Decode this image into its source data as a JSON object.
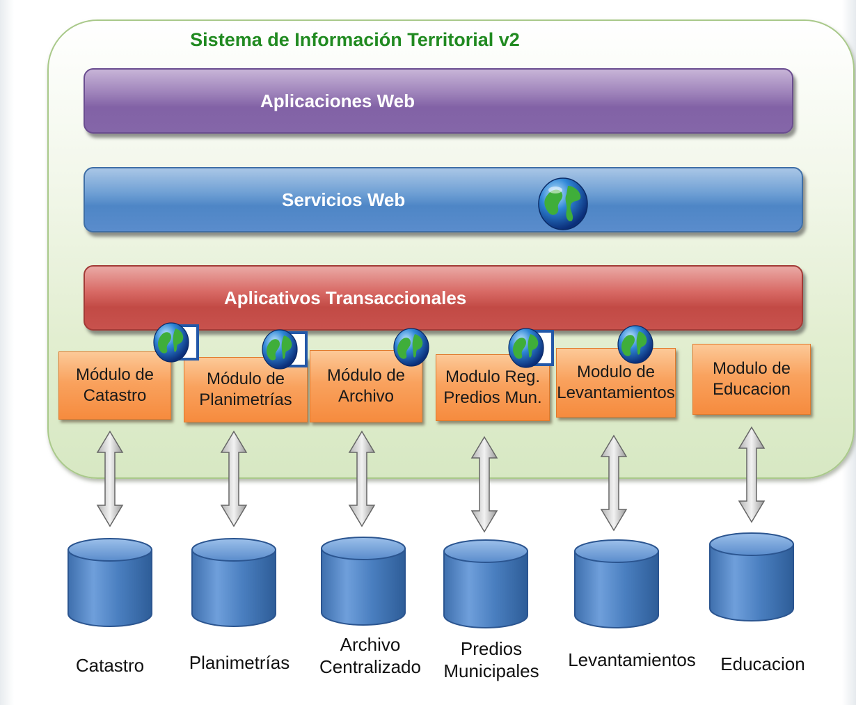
{
  "title": "Sistema de Información Territorial v2",
  "layers": {
    "web_apps": "Aplicaciones Web",
    "web_services": "Servicios Web",
    "transactional": "Aplicativos Transaccionales"
  },
  "modules": [
    {
      "label": "Módulo de\nCatastro"
    },
    {
      "label": "Módulo de\nPlanimetrías"
    },
    {
      "label": "Módulo de\nArchivo"
    },
    {
      "label": "Modulo Reg.\nPredios Mun."
    },
    {
      "label": "Modulo de\nLevantamientos"
    },
    {
      "label": "Modulo de\nEducacion"
    }
  ],
  "databases": [
    {
      "label": "Catastro"
    },
    {
      "label": "Planimetrías"
    },
    {
      "label": "Archivo\nCentralizado"
    },
    {
      "label": "Predios\nMunicipales"
    },
    {
      "label": "Levantamientos"
    },
    {
      "label": "Educacion"
    }
  ],
  "icons": {
    "globe": "globe-icon",
    "window": "window-icon",
    "arrow": "bidirectional-arrow-icon",
    "database": "database-icon"
  },
  "colors": {
    "title": "#218a21",
    "web_apps": "#8262a6",
    "web_services": "#4e86c6",
    "transactional": "#c24a45",
    "module": "#f68b3e",
    "database": "#4a7fc0",
    "container_border": "#a9c98a"
  }
}
